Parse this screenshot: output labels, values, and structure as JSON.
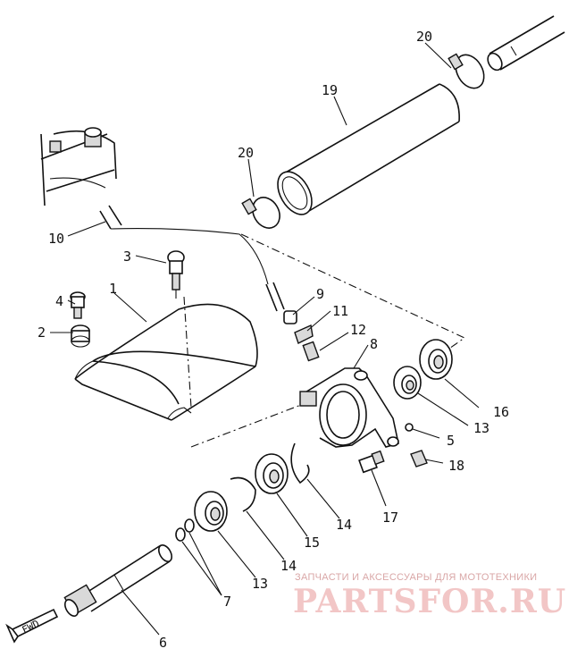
{
  "callouts": {
    "n1": "1",
    "n2": "2",
    "n3": "3",
    "n4": "4",
    "n5": "5",
    "n6": "6",
    "n7": "7",
    "n8": "8",
    "n9": "9",
    "n10": "10",
    "n11": "11",
    "n12": "12",
    "n13a": "13",
    "n13b": "13",
    "n14a": "14",
    "n14b": "14",
    "n15": "15",
    "n16": "16",
    "n17": "17",
    "n18": "18",
    "n19": "19",
    "n20a": "20",
    "n20b": "20"
  },
  "fwd_label": "FWD",
  "watermark": {
    "tagline": "ЗАПЧАСТИ И АКСЕССУАРЫ ДЛЯ МОТОТЕХНИКИ",
    "logo": "PARTSFOR.RU"
  },
  "colors": {
    "line": "#111111",
    "watermark": "#f2c6c6"
  }
}
